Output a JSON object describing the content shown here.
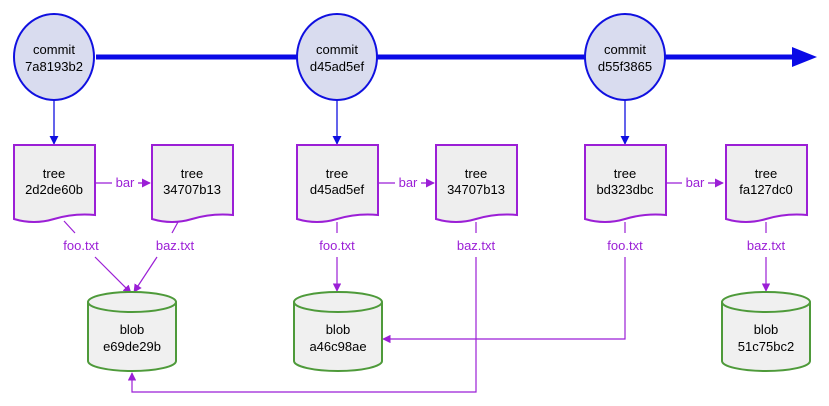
{
  "colors": {
    "commit_fill": "#d9dcef",
    "commit_stroke": "#1010e0",
    "timeline": "#0a0ae6",
    "tree_fill": "#eeeeee",
    "tree_stroke": "#9b1fd6",
    "blob_fill": "#f0f0f0",
    "blob_stroke": "#4e9a3a",
    "edge": "#9b1fd6",
    "commit_tree_edge": "#1010e0"
  },
  "commits": [
    {
      "line1": "commit",
      "line2": "7a8193b2"
    },
    {
      "line1": "commit",
      "line2": "d45ad5ef"
    },
    {
      "line1": "commit",
      "line2": "d55f3865"
    }
  ],
  "trees": [
    {
      "line1": "tree",
      "line2": "2d2de60b"
    },
    {
      "line1": "tree",
      "line2": "34707b13"
    },
    {
      "line1": "tree",
      "line2": "d45ad5ef"
    },
    {
      "line1": "tree",
      "line2": "34707b13"
    },
    {
      "line1": "tree",
      "line2": "bd323dbc"
    },
    {
      "line1": "tree",
      "line2": "fa127dc0"
    }
  ],
  "blobs": [
    {
      "line1": "blob",
      "line2": "e69de29b"
    },
    {
      "line1": "blob",
      "line2": "a46c98ae"
    },
    {
      "line1": "blob",
      "line2": "51c75bc2"
    }
  ],
  "edge_labels": {
    "bar_1": "bar",
    "bar_2": "bar",
    "bar_3": "bar",
    "foo_1": "foo.txt",
    "baz_1": "baz.txt",
    "foo_2": "foo.txt",
    "baz_2": "baz.txt",
    "foo_3": "foo.txt",
    "baz_3": "baz.txt"
  }
}
